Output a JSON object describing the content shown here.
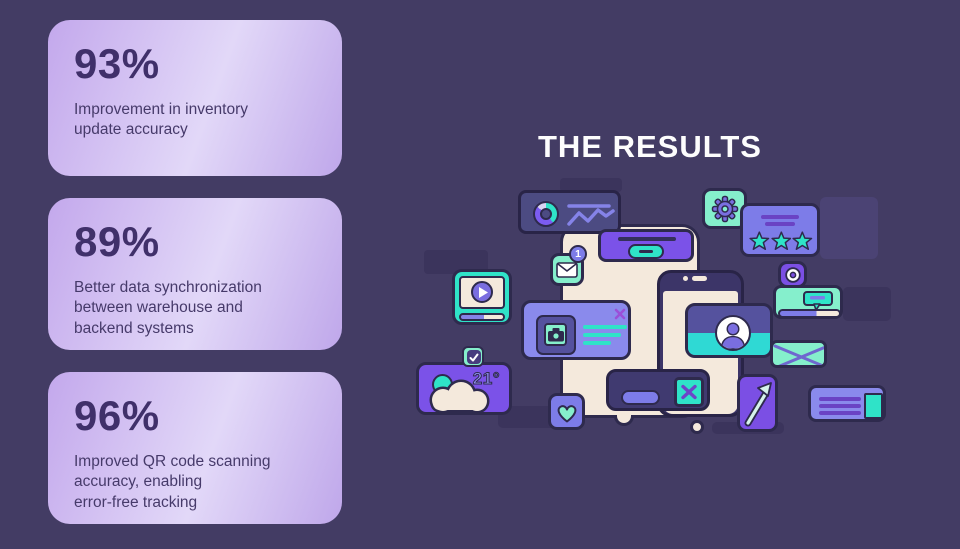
{
  "title": "THE RESULTS",
  "stats": [
    {
      "value": "93%",
      "label": "Improvement in inventory\nupdate accuracy"
    },
    {
      "value": "89%",
      "label": "Better data synchronization\nbetween warehouse and\nbackend systems"
    },
    {
      "value": "96%",
      "label": "Improved QR code scanning\naccuracy, enabling\nerror-free tracking"
    }
  ],
  "illustration": {
    "notification_badge": "1",
    "temperature": "21°",
    "icon_glyphs": {
      "play-icon": "▶",
      "gear-icon": "⚙",
      "star-icon": "★",
      "heart-icon": "♥",
      "check-icon": "✓",
      "close-icon": "✕",
      "arrow-up-right-icon": "↗",
      "envelope-icon": "✉",
      "camera-icon": "📷",
      "record-icon": "◎",
      "avatar-icon": "👤"
    }
  },
  "colors": {
    "background": "#433c64",
    "card_gradient_start": "#c3a8ec",
    "card_gradient_end": "#bfa7ea",
    "stat_text": "#40306a",
    "title_text": "#fdfdfd",
    "outline_ink": "#2e2a4d",
    "bright_purple": "#7b52e8",
    "periwinkle": "#7d7ce8",
    "mint": "#85efcc",
    "teal": "#2fe3c8",
    "cream": "#f4e9dc",
    "slate": "#4c4b82"
  }
}
